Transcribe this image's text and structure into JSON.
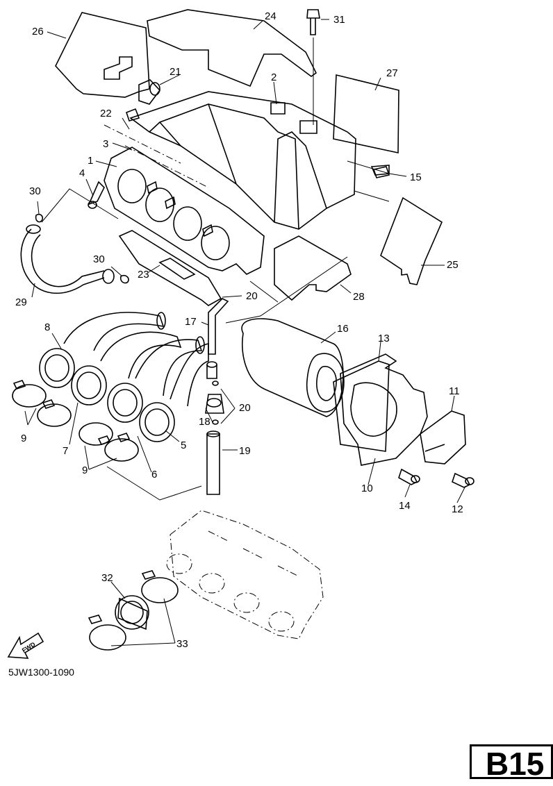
{
  "diagram": {
    "callouts": [
      {
        "id": "c1",
        "text": "1"
      },
      {
        "id": "c2",
        "text": "2"
      },
      {
        "id": "c3",
        "text": "3"
      },
      {
        "id": "c4",
        "text": "4"
      },
      {
        "id": "c5",
        "text": "5"
      },
      {
        "id": "c6",
        "text": "6"
      },
      {
        "id": "c7",
        "text": "7"
      },
      {
        "id": "c8",
        "text": "8"
      },
      {
        "id": "c9a",
        "text": "9"
      },
      {
        "id": "c9b",
        "text": "9"
      },
      {
        "id": "c10",
        "text": "10"
      },
      {
        "id": "c11",
        "text": "11"
      },
      {
        "id": "c12",
        "text": "12"
      },
      {
        "id": "c13",
        "text": "13"
      },
      {
        "id": "c14",
        "text": "14"
      },
      {
        "id": "c15",
        "text": "15"
      },
      {
        "id": "c16",
        "text": "16"
      },
      {
        "id": "c17",
        "text": "17"
      },
      {
        "id": "c18",
        "text": "18"
      },
      {
        "id": "c19",
        "text": "19"
      },
      {
        "id": "c20a",
        "text": "20"
      },
      {
        "id": "c20b",
        "text": "20"
      },
      {
        "id": "c21",
        "text": "21"
      },
      {
        "id": "c22",
        "text": "22"
      },
      {
        "id": "c23",
        "text": "23"
      },
      {
        "id": "c24",
        "text": "24"
      },
      {
        "id": "c25",
        "text": "25"
      },
      {
        "id": "c26",
        "text": "26"
      },
      {
        "id": "c27",
        "text": "27"
      },
      {
        "id": "c28",
        "text": "28"
      },
      {
        "id": "c29",
        "text": "29"
      },
      {
        "id": "c30a",
        "text": "30"
      },
      {
        "id": "c30b",
        "text": "30"
      },
      {
        "id": "c31",
        "text": "31"
      },
      {
        "id": "c32",
        "text": "32"
      },
      {
        "id": "c33",
        "text": "33"
      }
    ],
    "fwd_label": "FWD",
    "drawing_code": "5JW1300-1090",
    "page_ref": "B15"
  }
}
